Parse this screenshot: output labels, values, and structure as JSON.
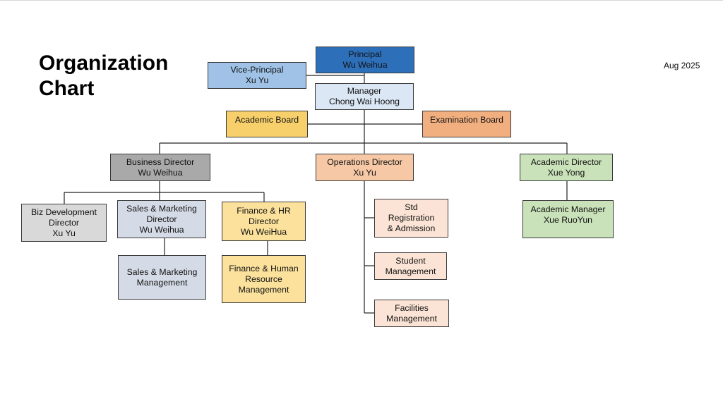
{
  "page": {
    "title_lines": [
      "Organization",
      "Chart"
    ],
    "date": "Aug 2025"
  },
  "org": {
    "principal": {
      "role": "Principal",
      "name": "Wu Weihua"
    },
    "vice_principal": {
      "role": "Vice-Principal",
      "name": "Xu Yu"
    },
    "manager": {
      "role": "Manager",
      "name": "Chong Wai Hoong"
    },
    "academic_board": {
      "role": "Academic Board"
    },
    "examination_board": {
      "role": "Examination Board"
    },
    "business_director": {
      "role": "Business Director",
      "name": "Wu Weihua"
    },
    "operations_director": {
      "role": "Operations Director",
      "name": "Xu Yu"
    },
    "academic_director": {
      "role": "Academic Director",
      "name": "Xue Yong"
    },
    "biz_dev_director": {
      "role_lines": [
        "Biz Development",
        "Director"
      ],
      "name": "Xu Yu"
    },
    "sales_marketing_director": {
      "role_lines": [
        "Sales & Marketing",
        "Director"
      ],
      "name": "Wu Weihua"
    },
    "finance_hr_director": {
      "role_lines": [
        "Finance & HR",
        "Director"
      ],
      "name": "Wu WeiHua"
    },
    "sales_marketing_mgmt": {
      "lines": [
        "Sales & Marketing",
        "Management"
      ]
    },
    "finance_hr_mgmt": {
      "lines": [
        "Finance & Human",
        "Resource",
        "Management"
      ]
    },
    "std_registration": {
      "lines": [
        "Std",
        "Registration",
        "& Admission"
      ]
    },
    "student_mgmt": {
      "lines": [
        "Student",
        "Management"
      ]
    },
    "facilities_mgmt": {
      "lines": [
        "Facilities",
        "Management"
      ]
    },
    "academic_manager": {
      "role": "Academic Manager",
      "name": "Xue RuoYun"
    }
  },
  "colors": {
    "principal": "#2e6fba",
    "vice_principal": "#9fc2e6",
    "manager": "#dbe7f5",
    "academic_board": "#f7d06b",
    "examination_board": "#f1ae7f",
    "business_director": "#a9a9a9",
    "biz_dev": "#d9d9d9",
    "sales_marketing": "#d5dbe6",
    "finance_hr": "#fbe19b",
    "operations_director": "#f6c8a6",
    "operations_units": "#fbe4d5",
    "academic": "#c9e2b9"
  }
}
